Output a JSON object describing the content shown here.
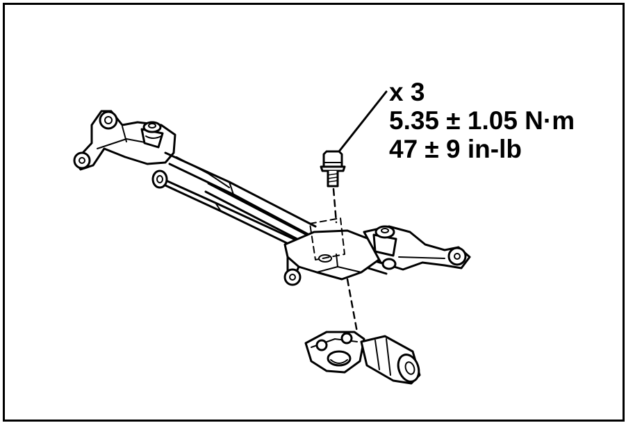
{
  "callout": {
    "quantity": "x 3",
    "torque_nm": "5.35 ± 1.05 N·m",
    "torque_inlb": "47 ± 9 in-lb"
  },
  "colors": {
    "ink": "#000000",
    "background": "#ffffff"
  }
}
